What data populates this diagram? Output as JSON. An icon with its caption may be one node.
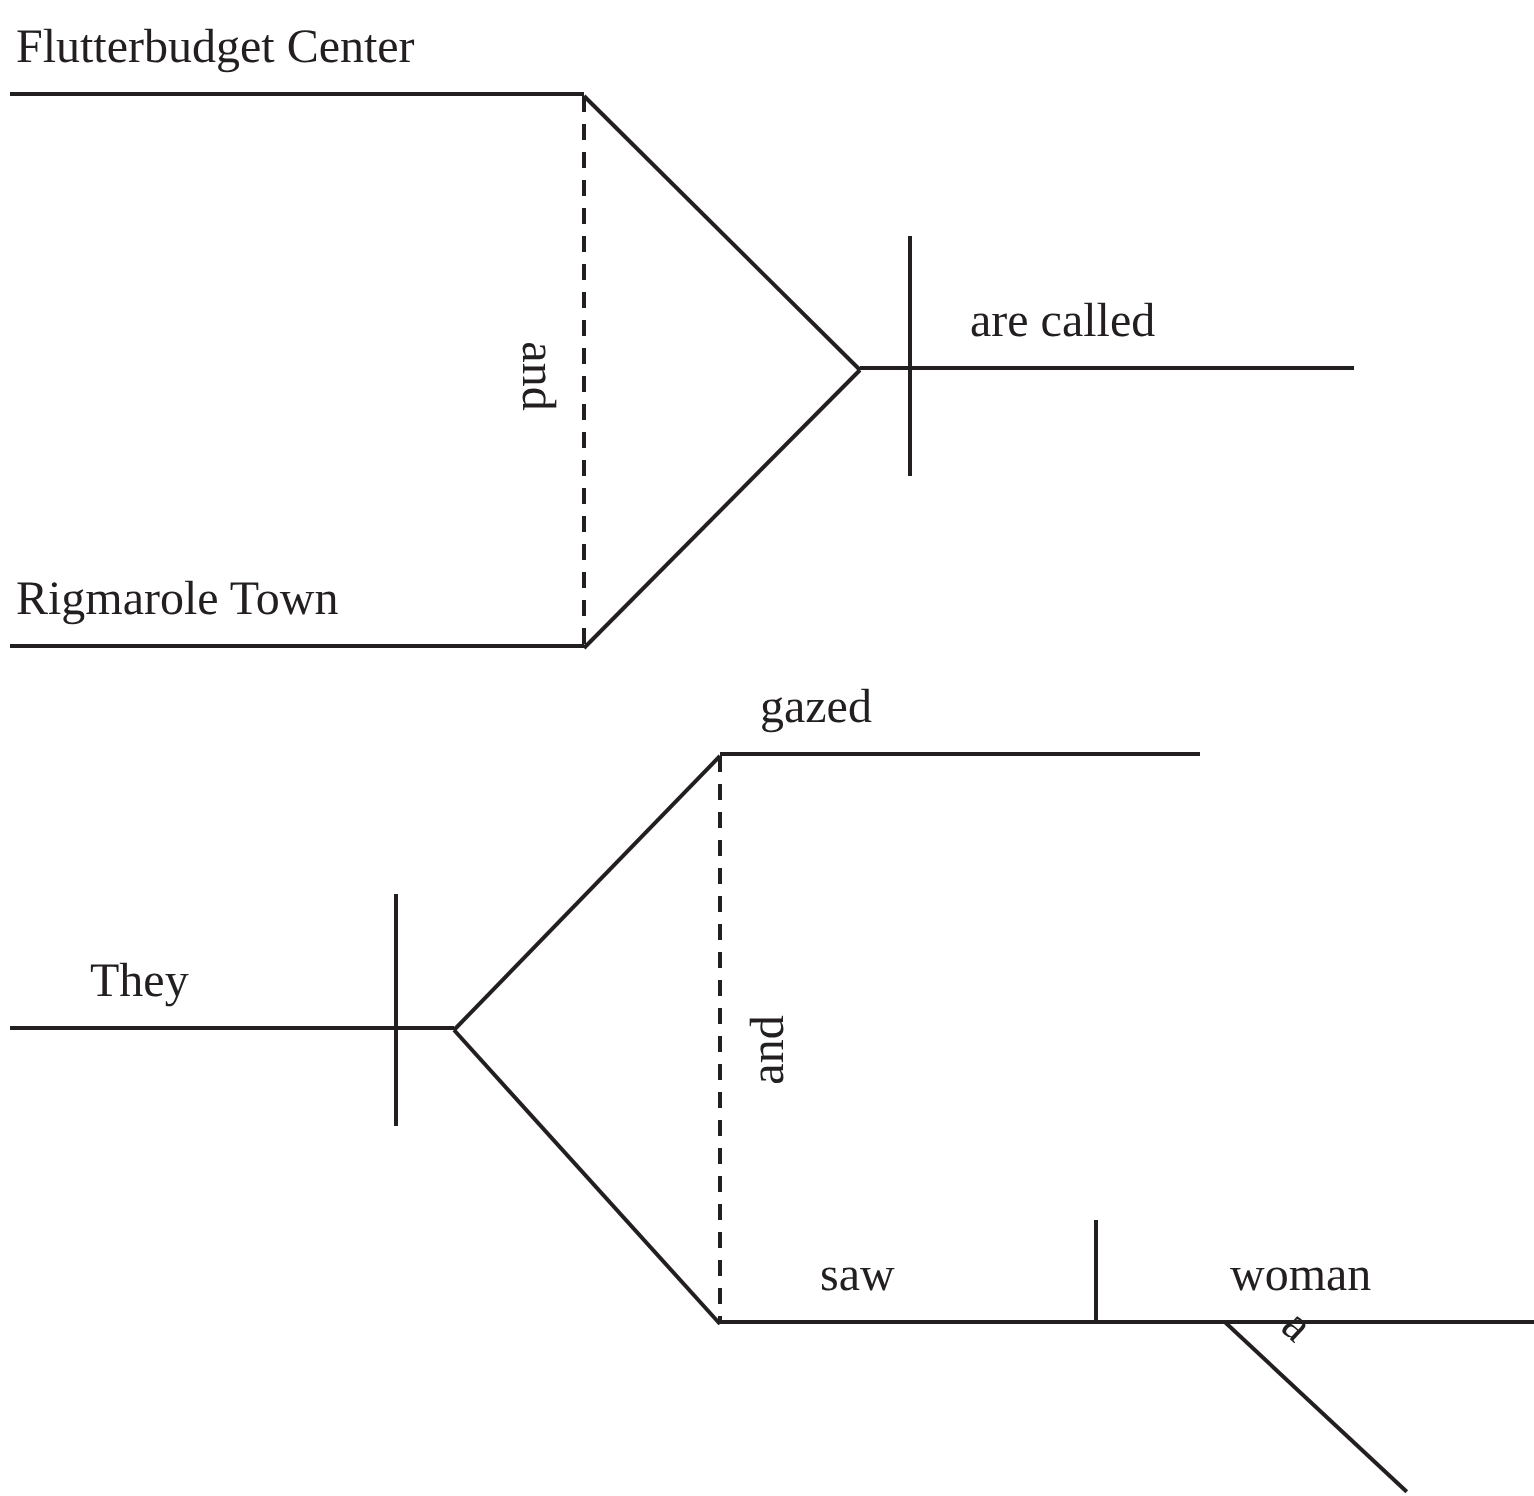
{
  "diagram": {
    "nodes": [
      {
        "text": [
          "Flutterbudget Center"
        ]
      },
      {
        "text": [
          "Rigmarole Town"
        ]
      },
      {
        "text": [
          "are called"
        ]
      },
      {
        "text": [
          "They"
        ]
      },
      {
        "text": [
          "gazed"
        ]
      },
      {
        "text": [
          "saw"
        ]
      },
      {
        "text": [
          "woman"
        ]
      },
      {
        "text": [
          "a"
        ]
      }
    ],
    "edges": [
      {
        "from": 0,
        "to": 2,
        "arrow": "none"
      },
      {
        "from": 1,
        "to": 2,
        "arrow": "none"
      },
      {
        "from": 0,
        "to": 1,
        "arrow": "none",
        "label": "and",
        "style": "dashed"
      },
      {
        "from": 3,
        "to": 4,
        "arrow": "none"
      },
      {
        "from": 3,
        "to": 5,
        "arrow": "none"
      },
      {
        "from": 4,
        "to": 5,
        "arrow": "none",
        "label": "and",
        "style": "dashed"
      }
    ]
  }
}
